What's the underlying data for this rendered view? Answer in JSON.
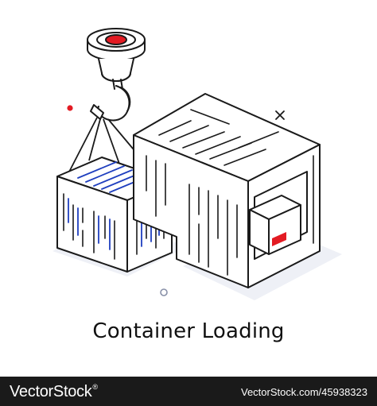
{
  "caption": "Container Loading",
  "footer": {
    "brand": "VectorStock",
    "stock_url": "VectorStock.com/45938323"
  },
  "colors": {
    "outline": "#1a1a1a",
    "accent_blue": "#1f3fbf",
    "accent_red": "#e31b23",
    "shadow": "#eef0f6",
    "footer_bg": "#1a1a1a"
  },
  "icons": [
    "crane-hook-icon",
    "container-icon",
    "box-icon",
    "sparkle-icon"
  ]
}
